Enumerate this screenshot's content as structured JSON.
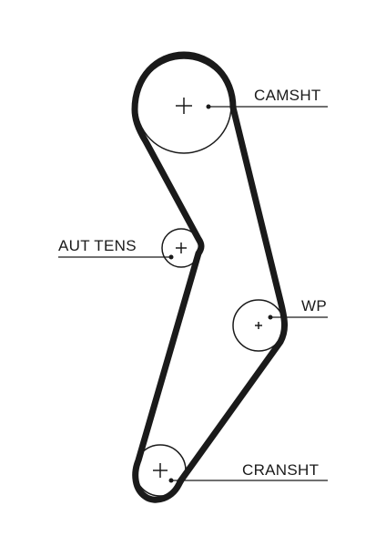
{
  "diagram": {
    "labels": {
      "camshaft": "CAMSHT",
      "auto_tensioner": "AUT TENS",
      "water_pump": "WP",
      "crankshaft": "CRANSHT"
    },
    "colors": {
      "belt": "#1a1a1a",
      "pulley_outline": "#1a1a1a",
      "leader_line": "#1a1a1a",
      "background": "#ffffff"
    }
  }
}
